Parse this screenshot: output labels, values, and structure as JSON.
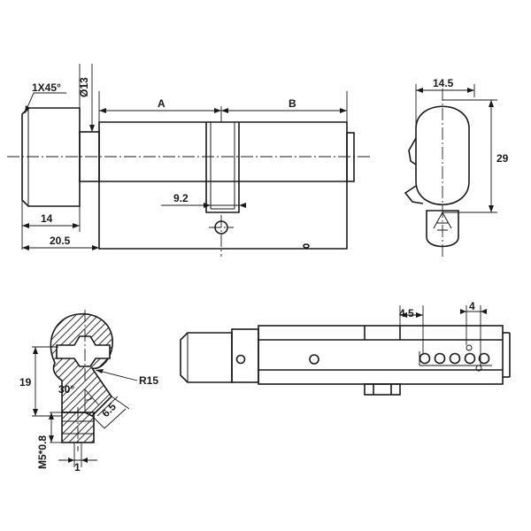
{
  "labels": {
    "chamfer": "1X45°",
    "knob_diameter": "Ø13",
    "dim_a": "A",
    "dim_b": "B",
    "knob_length": "14",
    "total_knob_length": "20.5",
    "cam_offset": "9.2",
    "width": "14.5",
    "height": "29",
    "pin_offset": "4.5",
    "pin_pitch": "4",
    "section_height": "19",
    "cam_angle": "30°",
    "radius": "R15",
    "cam_width": "6.5",
    "thread": "M5*0.8",
    "thread_offset": "1"
  }
}
